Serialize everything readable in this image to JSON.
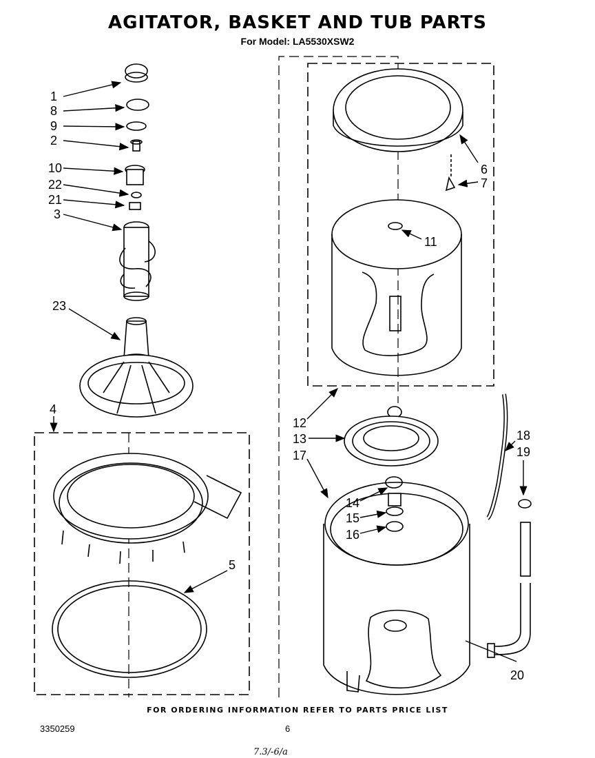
{
  "header": {
    "title": "AGITATOR, BASKET AND TUB PARTS",
    "subtitle": "For Model: LA5530XSW2"
  },
  "callouts": [
    "1",
    "8",
    "9",
    "2",
    "10",
    "22",
    "21",
    "3",
    "23",
    "4",
    "5",
    "6",
    "7",
    "11",
    "12",
    "13",
    "17",
    "14",
    "15",
    "16",
    "18",
    "19",
    "20"
  ],
  "footer": {
    "note": "FOR ORDERING INFORMATION REFER TO PARTS PRICE LIST",
    "doc_number": "3350259",
    "page_number": "6",
    "handwritten": "7.3/-6/a"
  }
}
